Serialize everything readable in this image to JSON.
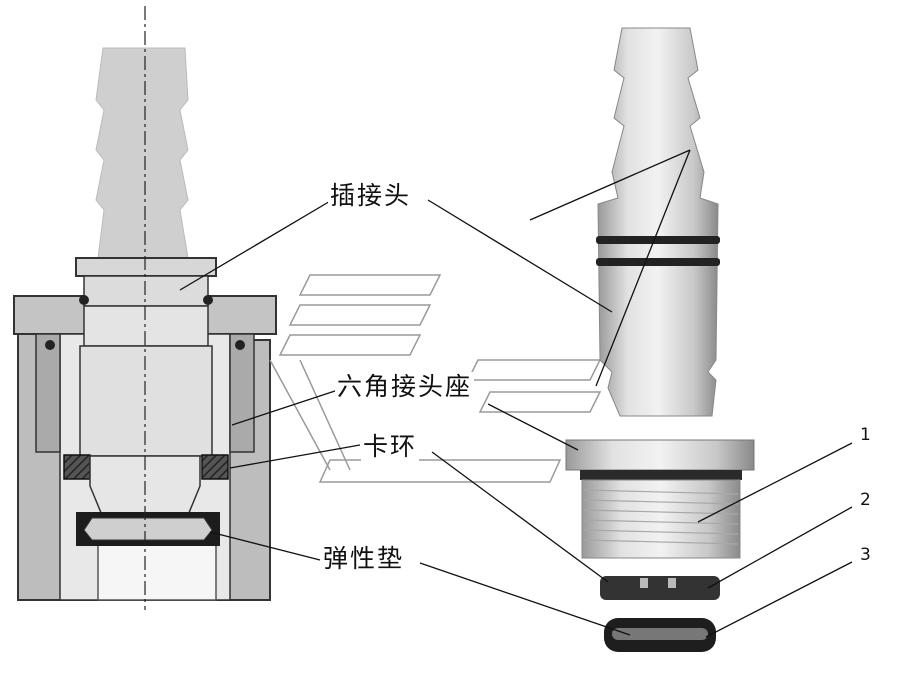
{
  "labels": {
    "plug": "插接头",
    "hex_seat": "六角接头座",
    "snap_ring": "卡环",
    "elastic_pad": "弹性垫"
  },
  "numbers": {
    "n1": "1",
    "n2": "2",
    "n3": "3"
  }
}
